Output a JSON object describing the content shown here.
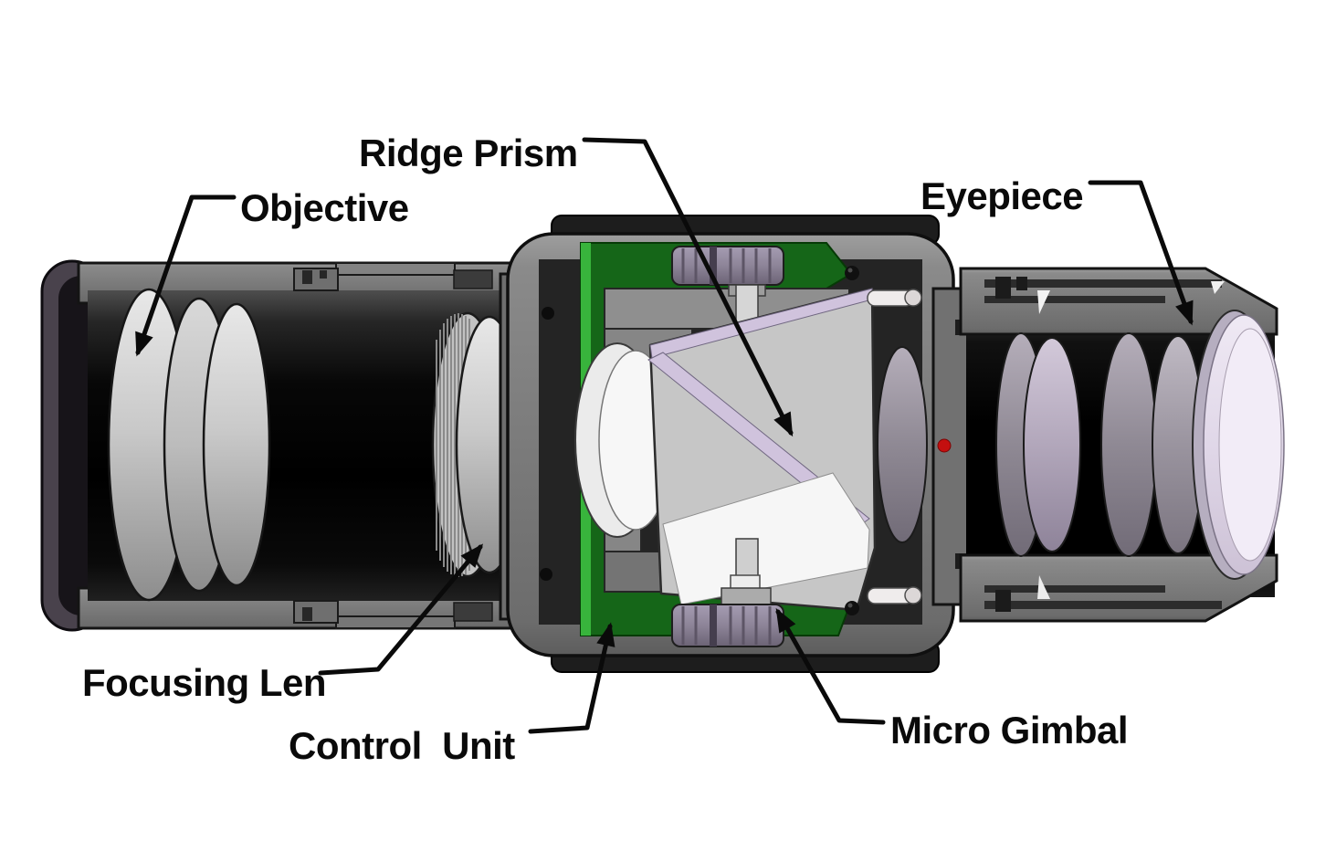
{
  "labels": {
    "ridge_prism": "Ridge Prism",
    "objective": "Objective",
    "eyepiece": "Eyepiece",
    "focusing_len": "Focusing Len",
    "control_unit": "Control  Unit",
    "micro_gimbal": "Micro Gimbal"
  },
  "colors": {
    "background": "#ffffff",
    "label_ink": "#0a0a0a",
    "leader_ink": "#0a0a0a",
    "housing_gray": "#7d7d7d",
    "housing_dark": "#1d1d1d",
    "front_rim": "#49424c",
    "pcb_green": "#156618",
    "pcb_green_bright": "#38b43c",
    "gear_gray": "#8d8498",
    "prism_gray": "#c6c6c6",
    "prism_white": "#f6f6f6",
    "prism_lavender": "#d0c3dd",
    "eyepiece_lens_tint": "#9b94a2",
    "final_lens_tint": "#e9e1f0",
    "indicator_red": "#c40f0f"
  }
}
